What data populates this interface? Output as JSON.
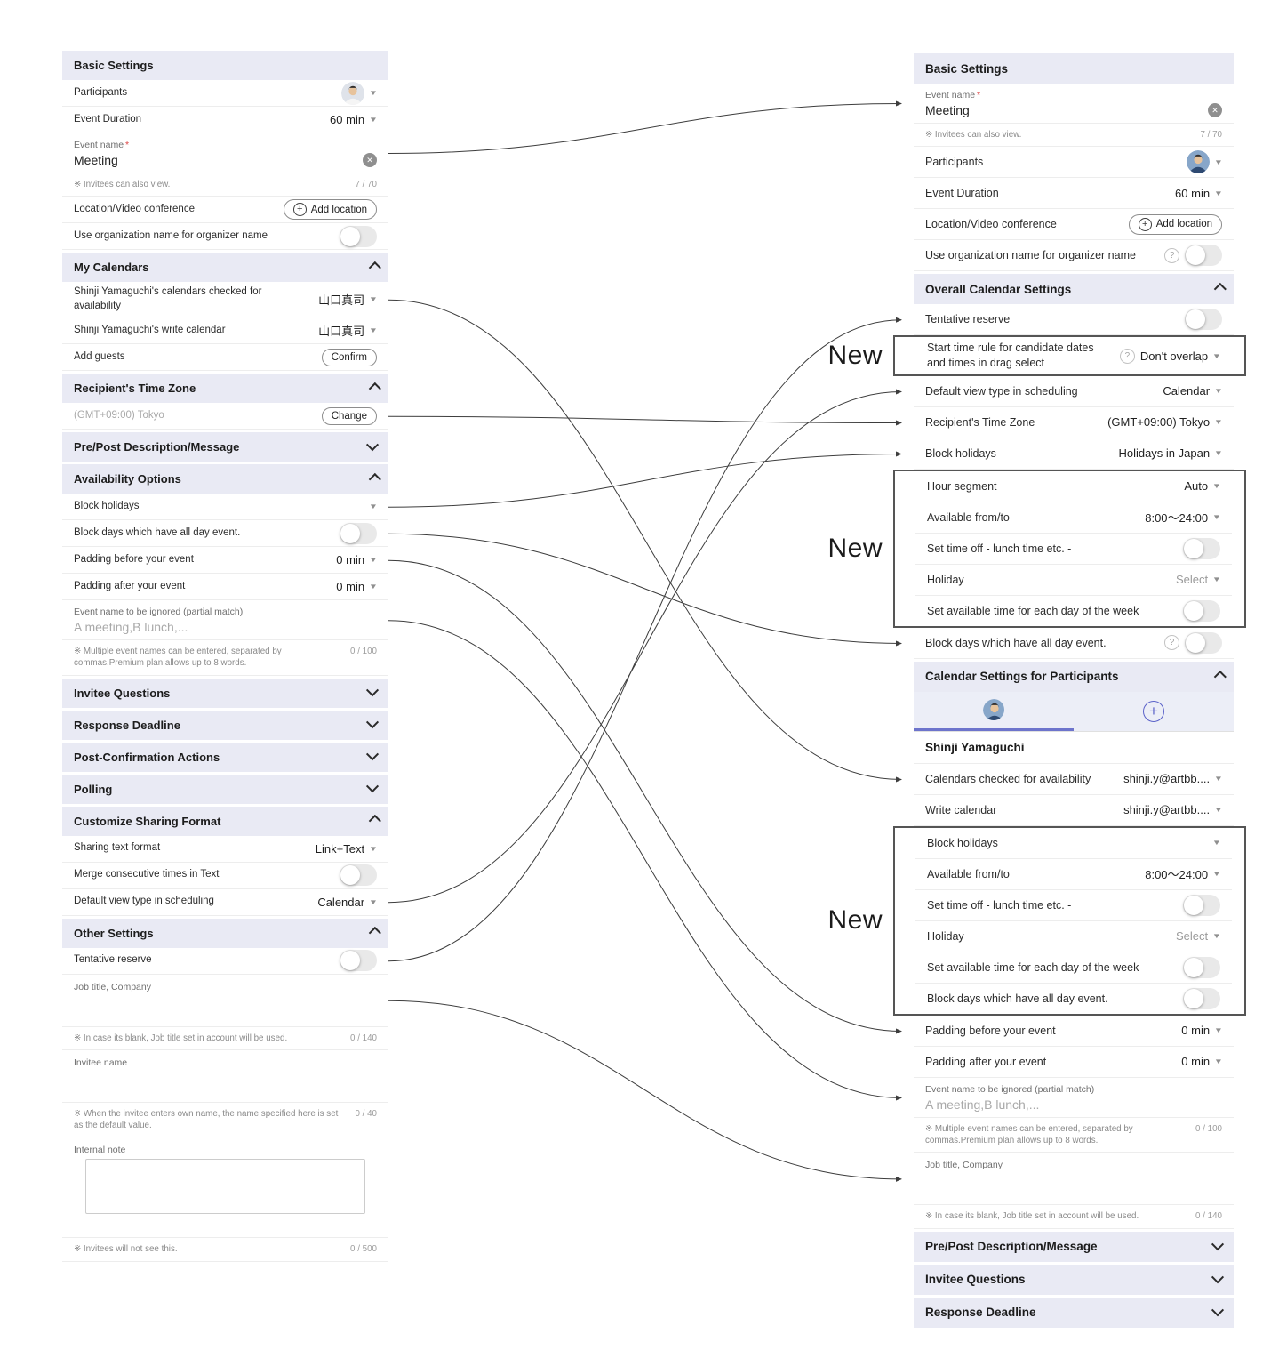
{
  "annotations": {
    "new_label": "New"
  },
  "colors": {
    "header_bg": "#e9eaf4",
    "accent_indigo": "#5b62c9",
    "tab_underline": "#6d74cc",
    "new_box_border": "#555555",
    "arrow": "#3d3d3d"
  },
  "left_panel": {
    "blocks": [
      {
        "t": "hdr",
        "label": "Basic Settings"
      },
      {
        "t": "row",
        "label": "Participants",
        "ctrl": "avatar",
        "avatar": "left"
      },
      {
        "t": "row",
        "label": "Event Duration",
        "ctrl": "dd",
        "val": "60 min"
      },
      {
        "t": "field",
        "id": "l-event-name",
        "label": "Event name",
        "req": "*",
        "value": "Meeting",
        "clear": true
      },
      {
        "t": "note",
        "text": "※ Invitees can also view.",
        "cnt": "7 / 70"
      },
      {
        "t": "row",
        "label": "Location/Video conference",
        "ctrl": "btn-plus",
        "val": "Add location"
      },
      {
        "t": "row",
        "label": "Use organization name for organizer name",
        "ctrl": "toggle"
      },
      {
        "t": "hdr",
        "label": "My Calendars",
        "chev": "up"
      },
      {
        "t": "row",
        "id": "l-cal-avail",
        "label": "Shinji Yamaguchi's calendars checked for availability",
        "ctrl": "dd",
        "val": "山口真司"
      },
      {
        "t": "row",
        "label": "Shinji Yamaguchi's write calendar",
        "ctrl": "dd",
        "val": "山口真司"
      },
      {
        "t": "row",
        "label": "Add guests",
        "ctrl": "btn",
        "val": "Confirm"
      },
      {
        "t": "hdr",
        "label": "Recipient's Time Zone",
        "chev": "up"
      },
      {
        "t": "row",
        "id": "l-timezone",
        "label": "(GMT+09:00) Tokyo",
        "labelMuted": true,
        "ctrl": "btn",
        "val": "Change"
      },
      {
        "t": "hdr",
        "label": "Pre/Post Description/Message",
        "chev": "down"
      },
      {
        "t": "hdr",
        "label": "Availability Options",
        "chev": "up"
      },
      {
        "t": "row",
        "id": "l-block-holidays",
        "label": "Block holidays",
        "ctrl": "caret"
      },
      {
        "t": "row",
        "id": "l-block-days",
        "label": "Block days which have all day event.",
        "ctrl": "toggle"
      },
      {
        "t": "row",
        "id": "l-padding-before",
        "label": "Padding before your event",
        "ctrl": "dd",
        "val": "0 min"
      },
      {
        "t": "row",
        "label": "Padding after your event",
        "ctrl": "dd",
        "val": "0 min"
      },
      {
        "t": "field",
        "id": "l-event-ignored",
        "label": "Event name to be ignored (partial match)",
        "value": "A meeting,B lunch,...",
        "placeholder": true
      },
      {
        "t": "note",
        "text": "※ Multiple event names can be entered, separated by commas.Premium plan allows up to 8 words.",
        "cnt": "0 / 100"
      },
      {
        "t": "hdr",
        "label": "Invitee Questions",
        "chev": "down"
      },
      {
        "t": "hdr",
        "label": "Response Deadline",
        "chev": "down"
      },
      {
        "t": "hdr",
        "label": "Post-Confirmation Actions",
        "chev": "down"
      },
      {
        "t": "hdr",
        "label": "Polling",
        "chev": "down"
      },
      {
        "t": "hdr",
        "label": "Customize Sharing Format",
        "chev": "up"
      },
      {
        "t": "row",
        "label": "Sharing text format",
        "ctrl": "dd",
        "val": "Link+Text"
      },
      {
        "t": "row",
        "label": "Merge consecutive times in Text",
        "ctrl": "toggle"
      },
      {
        "t": "row",
        "id": "l-default-view",
        "label": "Default view type in scheduling",
        "ctrl": "dd",
        "val": "Calendar"
      },
      {
        "t": "hdr",
        "label": "Other Settings",
        "chev": "up"
      },
      {
        "t": "row",
        "id": "l-tentative",
        "label": "Tentative reserve",
        "ctrl": "toggle"
      },
      {
        "t": "input",
        "id": "l-job-title",
        "label": "Job title, Company"
      },
      {
        "t": "note",
        "text": "※ In case its blank, Job title set in account will be used.",
        "cnt": "0 / 140"
      },
      {
        "t": "input",
        "label": "Invitee name"
      },
      {
        "t": "note",
        "text": "※ When the invitee enters own name, the name specified here is set as the default value.",
        "cnt": "0 / 40"
      },
      {
        "t": "input",
        "label": "Internal note",
        "textarea": true
      },
      {
        "t": "note",
        "text": "※ Invitees will not see this.",
        "cnt": "0 / 500"
      }
    ]
  },
  "right_panel": {
    "blocks": [
      {
        "t": "hdr",
        "label": "Basic Settings"
      },
      {
        "t": "field",
        "id": "r-event-name",
        "label": "Event name",
        "req": "*",
        "value": "Meeting",
        "clear": true
      },
      {
        "t": "note",
        "text": "※ Invitees can also view.",
        "cnt": "7 / 70"
      },
      {
        "t": "row",
        "label": "Participants",
        "ctrl": "avatar",
        "avatar": "right"
      },
      {
        "t": "row",
        "label": "Event Duration",
        "ctrl": "dd",
        "val": "60 min"
      },
      {
        "t": "row",
        "label": "Location/Video conference",
        "ctrl": "btn-plus",
        "val": "Add location"
      },
      {
        "t": "row",
        "label": "Use organization name for organizer name",
        "ctrl": "toggle",
        "q": true
      },
      {
        "t": "hdr",
        "label": "Overall Calendar Settings",
        "chev": "up"
      },
      {
        "t": "row",
        "id": "r-tentative",
        "label": "Tentative reserve",
        "ctrl": "toggle"
      },
      {
        "t": "group",
        "new": true,
        "blocks": [
          {
            "t": "row",
            "label": "Start time rule for candidate dates and times in drag select",
            "ctrl": "dd",
            "val": "Don't overlap",
            "q": true,
            "twoLine": true
          }
        ]
      },
      {
        "t": "row",
        "id": "r-default-view",
        "label": "Default view type in scheduling",
        "ctrl": "dd",
        "val": "Calendar"
      },
      {
        "t": "row",
        "id": "r-timezone",
        "label": "Recipient's Time Zone",
        "ctrl": "dd",
        "val": "(GMT+09:00) Tokyo"
      },
      {
        "t": "row",
        "id": "r-block-holidays",
        "label": "Block holidays",
        "ctrl": "dd",
        "val": "Holidays in Japan"
      },
      {
        "t": "group",
        "new": true,
        "blocks": [
          {
            "t": "row",
            "label": "Hour segment",
            "ctrl": "dd",
            "val": "Auto"
          },
          {
            "t": "row",
            "label": "Available from/to",
            "ctrl": "dd",
            "val": "8:00〜24:00"
          },
          {
            "t": "row",
            "label": "Set time off - lunch time etc. -",
            "ctrl": "toggle"
          },
          {
            "t": "row",
            "label": "Holiday",
            "ctrl": "dd-muted",
            "val": "Select"
          },
          {
            "t": "row",
            "label": "Set available time for each day of the week",
            "ctrl": "toggle"
          }
        ]
      },
      {
        "t": "row",
        "id": "r-block-days",
        "label": "Block days which have all day event.",
        "ctrl": "toggle",
        "q": true
      },
      {
        "t": "hdr",
        "label": "Calendar Settings for Participants",
        "chev": "up"
      },
      {
        "t": "tabs"
      },
      {
        "t": "sub",
        "label": "Shinji Yamaguchi"
      },
      {
        "t": "row",
        "id": "r-cal-avail",
        "label": "Calendars checked for availability",
        "ctrl": "dd",
        "val": "shinji.y@artbb...."
      },
      {
        "t": "row",
        "label": "Write calendar",
        "ctrl": "dd",
        "val": "shinji.y@artbb...."
      },
      {
        "t": "group",
        "new": true,
        "blocks": [
          {
            "t": "row",
            "label": "Block holidays",
            "ctrl": "caret"
          },
          {
            "t": "row",
            "label": "Available from/to",
            "ctrl": "dd",
            "val": "8:00〜24:00"
          },
          {
            "t": "row",
            "label": "Set time off - lunch time etc. -",
            "ctrl": "toggle"
          },
          {
            "t": "row",
            "label": "Holiday",
            "ctrl": "dd-muted",
            "val": "Select"
          },
          {
            "t": "row",
            "label": "Set available time for each day of the week",
            "ctrl": "toggle"
          },
          {
            "t": "row",
            "label": "Block days which have all day event.",
            "ctrl": "toggle"
          }
        ]
      },
      {
        "t": "row",
        "id": "r-padding-before",
        "label": "Padding before your event",
        "ctrl": "dd",
        "val": "0 min"
      },
      {
        "t": "row",
        "label": "Padding after your event",
        "ctrl": "dd",
        "val": "0 min"
      },
      {
        "t": "field",
        "id": "r-event-ignored",
        "label": "Event name to be ignored (partial match)",
        "value": "A meeting,B lunch,...",
        "placeholder": true
      },
      {
        "t": "note",
        "text": "※ Multiple event names can be entered, separated by commas.Premium plan allows up to 8 words.",
        "cnt": "0 / 100"
      },
      {
        "t": "input",
        "id": "r-job-title",
        "label": "Job title, Company"
      },
      {
        "t": "note",
        "text": "※ In case its blank, Job title set in account will be used.",
        "cnt": "0 / 140"
      },
      {
        "t": "hdr",
        "label": "Pre/Post Description/Message",
        "chev": "down"
      },
      {
        "t": "hdr",
        "label": "Invitee Questions",
        "chev": "down"
      },
      {
        "t": "hdr",
        "label": "Response Deadline",
        "chev": "down"
      }
    ]
  },
  "arrows": [
    {
      "from": "l-event-name",
      "to": "r-event-name"
    },
    {
      "from": "l-cal-avail",
      "to": "r-cal-avail"
    },
    {
      "from": "l-timezone",
      "to": "r-timezone"
    },
    {
      "from": "l-block-holidays",
      "to": "r-block-holidays"
    },
    {
      "from": "l-block-days",
      "to": "r-block-days"
    },
    {
      "from": "l-padding-before",
      "to": "r-padding-before"
    },
    {
      "from": "l-event-ignored",
      "to": "r-event-ignored"
    },
    {
      "from": "l-default-view",
      "to": "r-default-view"
    },
    {
      "from": "l-tentative",
      "to": "r-tentative"
    },
    {
      "from": "l-job-title",
      "to": "r-job-title"
    }
  ]
}
